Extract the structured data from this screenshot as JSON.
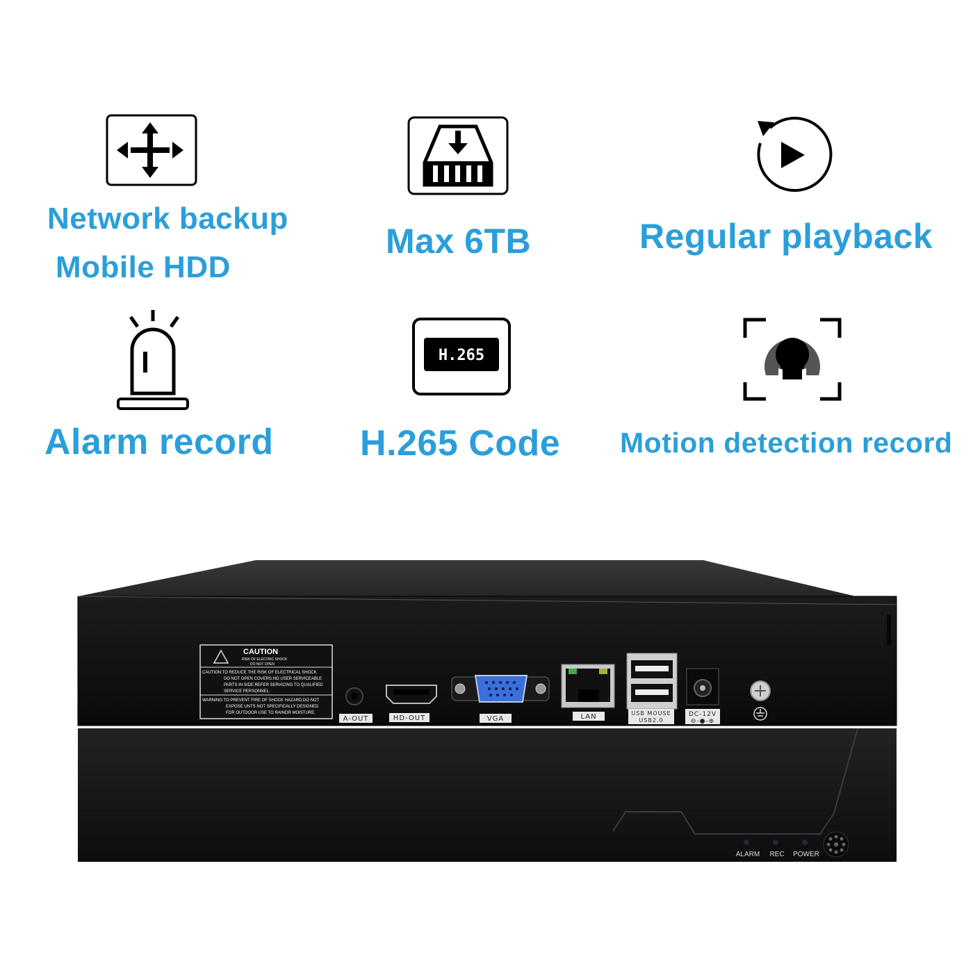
{
  "features": [
    {
      "icon": "move-arrows-icon",
      "lines": [
        "Network backup",
        "Mobile HDD"
      ]
    },
    {
      "icon": "hdd-storage-icon",
      "lines": [
        "Max 6TB"
      ]
    },
    {
      "icon": "replay-play-icon",
      "lines": [
        "Regular playback"
      ]
    },
    {
      "icon": "alarm-beacon-icon",
      "lines": [
        "Alarm record"
      ]
    },
    {
      "icon": "h265-badge-icon",
      "badge": "H.265",
      "lines": [
        "H.265 Code"
      ]
    },
    {
      "icon": "motion-person-icon",
      "lines": [
        "Motion detection record"
      ]
    }
  ],
  "device": {
    "caution": {
      "title": "CAUTION",
      "subtitle_1": "RISK OF ELECTRIC SHOCK",
      "subtitle_2": "DO NOT OPEN",
      "caution_lines": [
        "CAUTION:TO REDUCE THE RISK OF ELECTRICAL SHOCK",
        "DO NOT OPEN COVERS.NO USER SERVICEABLE",
        "PARTS IN SIDE.REFER SERVICING TO QUALIFIED",
        "SERVICE PERSONNEL."
      ],
      "warning_lines": [
        "WARNING:TO PREVENT FIRE OF SHOCK HAZARD.DO NOT",
        "EXPOSE UNTS NOT SPECIFICALLY DESIGNED",
        "FOR OUTDOOR USE TO RAINOR MOISTURE."
      ]
    },
    "ports": {
      "audio_out": "A-OUT",
      "hdmi": "HD-OUT",
      "vga": "VGA",
      "lan": "LAN",
      "usb_1": "USB MOUSE",
      "usb_2": "USB2.0",
      "dc": "DC-12V"
    },
    "leds": [
      "ALARM",
      "REC",
      "POWER"
    ]
  },
  "colors": {
    "accent": "#2a9fd9",
    "chassis": "#141414",
    "icon": "#000000"
  }
}
